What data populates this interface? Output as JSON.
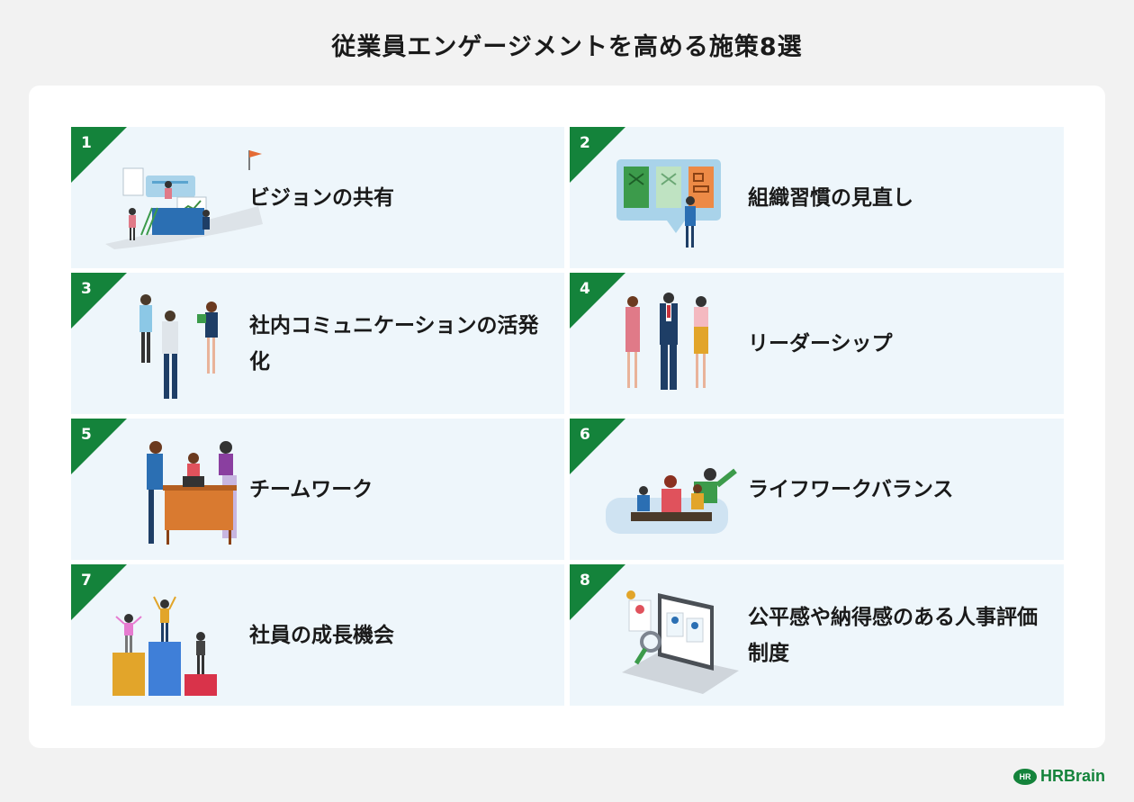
{
  "title": "従業員エンゲージメントを高める施策8選",
  "items": [
    {
      "number": "1",
      "label": "ビジョンの共有",
      "icon": "vision-illustration"
    },
    {
      "number": "2",
      "label": "組織習慣の見直し",
      "icon": "kanban-board-illustration"
    },
    {
      "number": "3",
      "label": "社内コミュニケーションの活発化",
      "icon": "conversation-illustration"
    },
    {
      "number": "4",
      "label": "リーダーシップ",
      "icon": "leaders-illustration"
    },
    {
      "number": "5",
      "label": "チームワーク",
      "icon": "team-desk-illustration"
    },
    {
      "number": "6",
      "label": "ライフワークバランス",
      "icon": "family-illustration"
    },
    {
      "number": "7",
      "label": "社員の成長機会",
      "icon": "podium-illustration"
    },
    {
      "number": "8",
      "label": "公平感や納得感のある人事評価制度",
      "icon": "evaluation-laptop-illustration"
    }
  ],
  "brand": {
    "mark": "HR",
    "name": "HRBrain",
    "color": "#14833b"
  }
}
